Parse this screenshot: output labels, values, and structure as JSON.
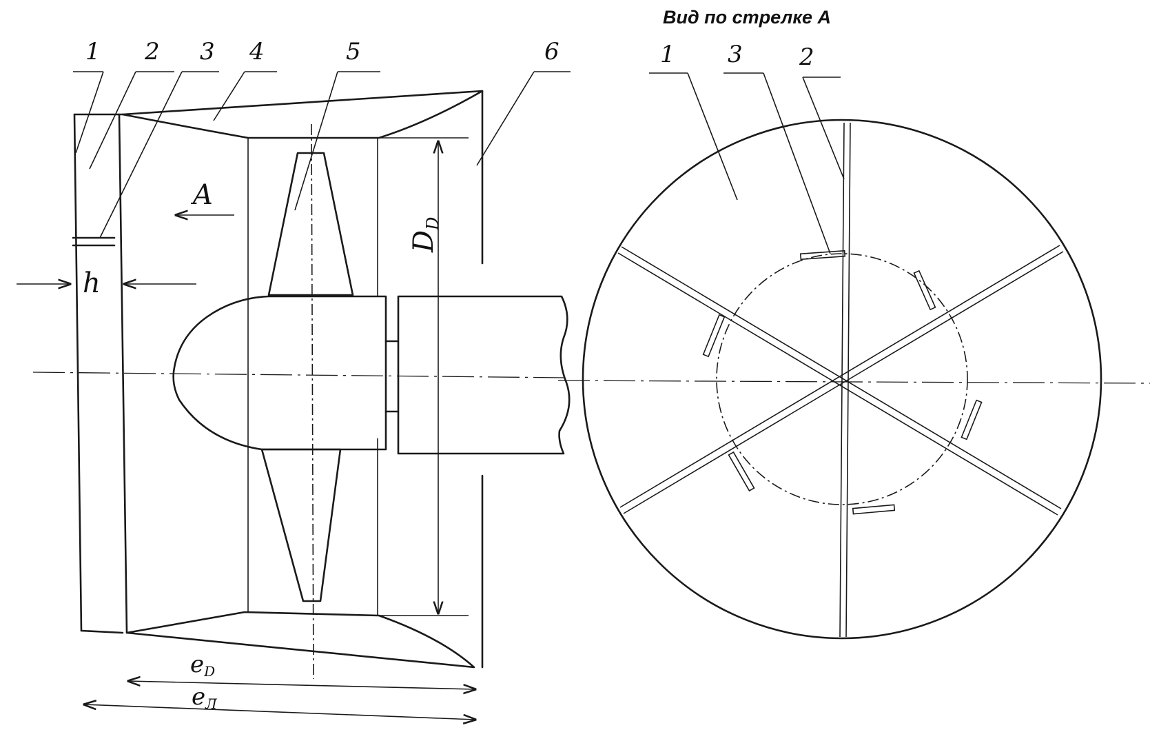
{
  "view_title": "Вид по стрелке А",
  "side_view": {
    "callouts": [
      "1",
      "2",
      "3",
      "4",
      "5",
      "6"
    ],
    "arrow_label": "A",
    "gap_label": "h",
    "diameter_label": "D",
    "diameter_subscript": "D",
    "length_d_label": "e",
    "length_d_subscript": "D",
    "length_l_label": "e",
    "length_l_subscript": "Л"
  },
  "front_view": {
    "callouts": [
      "1",
      "3",
      "2"
    ]
  }
}
